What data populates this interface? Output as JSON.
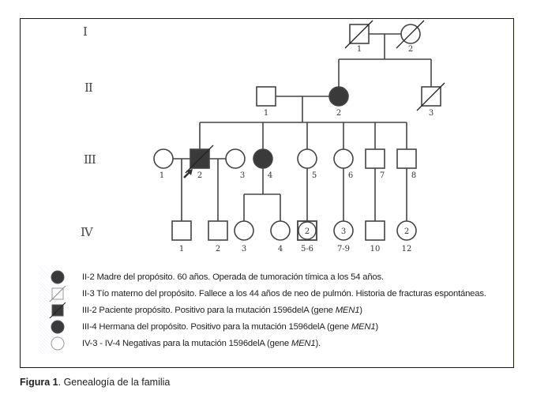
{
  "figure": {
    "caption_label": "Figura 1",
    "caption_text": ". Genealogía de la familia"
  },
  "colors": {
    "affected_fill": "#3a3a3a",
    "line": "#444444",
    "frame": "#1a1608"
  },
  "generations": [
    {
      "label": "I"
    },
    {
      "label": "II"
    },
    {
      "label": "III"
    },
    {
      "label": "IV"
    }
  ],
  "individuals": [
    {
      "id": "I-1",
      "gen": "I",
      "label": "1",
      "sex": "male",
      "affected": false,
      "deceased": true
    },
    {
      "id": "I-2",
      "gen": "I",
      "label": "2",
      "sex": "female",
      "affected": false,
      "deceased": true
    },
    {
      "id": "II-1",
      "gen": "II",
      "label": "1",
      "sex": "male",
      "affected": false,
      "deceased": false
    },
    {
      "id": "II-2",
      "gen": "II",
      "label": "2",
      "sex": "female",
      "affected": true,
      "deceased": false
    },
    {
      "id": "II-3",
      "gen": "II",
      "label": "3",
      "sex": "male",
      "affected": false,
      "deceased": true
    },
    {
      "id": "III-1",
      "gen": "III",
      "label": "1",
      "sex": "female",
      "affected": false,
      "deceased": false
    },
    {
      "id": "III-2",
      "gen": "III",
      "label": "2",
      "sex": "male",
      "affected": true,
      "deceased": true,
      "proband": true
    },
    {
      "id": "III-3",
      "gen": "III",
      "label": "3",
      "sex": "female",
      "affected": false,
      "deceased": false
    },
    {
      "id": "III-4",
      "gen": "III",
      "label": "4",
      "sex": "female",
      "affected": true,
      "deceased": false
    },
    {
      "id": "III-5",
      "gen": "III",
      "label": "5",
      "sex": "female",
      "affected": false,
      "deceased": false
    },
    {
      "id": "III-6",
      "gen": "III",
      "label": "6",
      "sex": "female",
      "affected": false,
      "deceased": false
    },
    {
      "id": "III-7",
      "gen": "III",
      "label": "7",
      "sex": "male",
      "affected": false,
      "deceased": false
    },
    {
      "id": "III-8",
      "gen": "III",
      "label": "8",
      "sex": "male",
      "affected": false,
      "deceased": false
    },
    {
      "id": "IV-1",
      "gen": "IV",
      "label": "1",
      "sex": "male",
      "affected": false,
      "deceased": false
    },
    {
      "id": "IV-2",
      "gen": "IV",
      "label": "2",
      "sex": "male",
      "affected": false,
      "deceased": false
    },
    {
      "id": "IV-3",
      "gen": "IV",
      "label": "3",
      "sex": "female",
      "affected": false,
      "deceased": false
    },
    {
      "id": "IV-4",
      "gen": "IV",
      "label": "4",
      "sex": "female",
      "affected": false,
      "deceased": false
    },
    {
      "id": "IV-5-6",
      "gen": "IV",
      "label": "5-6",
      "sex": "mixed",
      "count": "2",
      "affected": false,
      "deceased": false
    },
    {
      "id": "IV-7-9",
      "gen": "IV",
      "label": "7-9",
      "sex": "female",
      "count": "3",
      "affected": false,
      "deceased": false
    },
    {
      "id": "IV-10",
      "gen": "IV",
      "label": "10",
      "sex": "male",
      "affected": false,
      "deceased": false
    },
    {
      "id": "IV-12",
      "gen": "IV",
      "label": "12",
      "sex": "female",
      "count": "2",
      "affected": false,
      "deceased": false
    }
  ],
  "legend": [
    {
      "icon": "affected-female",
      "text": "II-2 Madre del propósito. 60 años. Operada de tumoración tímica a los 54 años.",
      "italic": ""
    },
    {
      "icon": "deceased-male",
      "text": "II-3 Tío materno del propósito. Fallece a los 44 años de neo de pulmón. Historia de fracturas espontáneas.",
      "italic": ""
    },
    {
      "icon": "affected-deceased-male",
      "text": "III-2 Paciente propósito. Positivo para la mutación 1596delA (gene ",
      "italic": "MEN1",
      "after": ")"
    },
    {
      "icon": "affected-female",
      "text": "III-4 Hermana del propósito. Positivo para la mutación 1596delA (gene ",
      "italic": "MEN1",
      "after": ")"
    },
    {
      "icon": "unaffected-female",
      "text": "IV-3 - IV-4 Negativas para la mutación 1596delA (gene ",
      "italic": "MEN1",
      "after": ")."
    }
  ]
}
